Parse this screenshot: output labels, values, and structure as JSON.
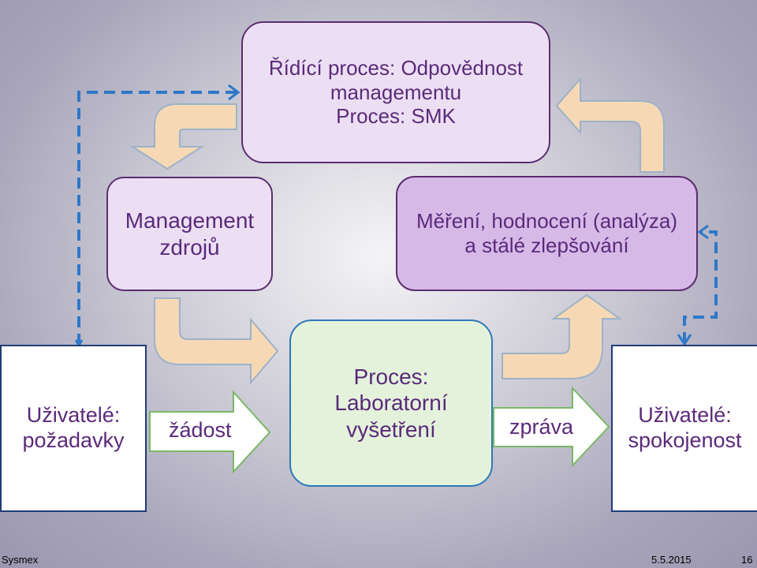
{
  "top_box": {
    "line1": "Řídící proces: Odpovědnost",
    "line2": "managementu",
    "line3": "Proces: SMK"
  },
  "mgmt_box": {
    "line1": "Management",
    "line2": "zdrojů"
  },
  "meas_box": {
    "line1": "Měření, hodnocení (analýza)",
    "line2": "a stálé zlepšování"
  },
  "proc_box": {
    "line1": "Proces:",
    "line2": "Laboratorní",
    "line3": "vyšetření"
  },
  "users_req": {
    "line1": "Uživatelé:",
    "line2": "požadavky"
  },
  "users_sat": {
    "line1": "Uživatelé:",
    "line2": "spokojenost"
  },
  "arrow_labels": {
    "request": "žádost",
    "report": "zpráva"
  },
  "footer": {
    "left": "Sysmex",
    "date": "5.5.2015",
    "page": "16"
  },
  "colors": {
    "text": "#5a2a7a",
    "box_light": "#ecdff4",
    "box_medium": "#d7b9e8",
    "box_green": "#e4f2dc",
    "bent_arrow_fill": "#f6d9b4",
    "bent_arrow_stroke": "#9db2c9",
    "dashed_connector": "#2e78c8"
  }
}
